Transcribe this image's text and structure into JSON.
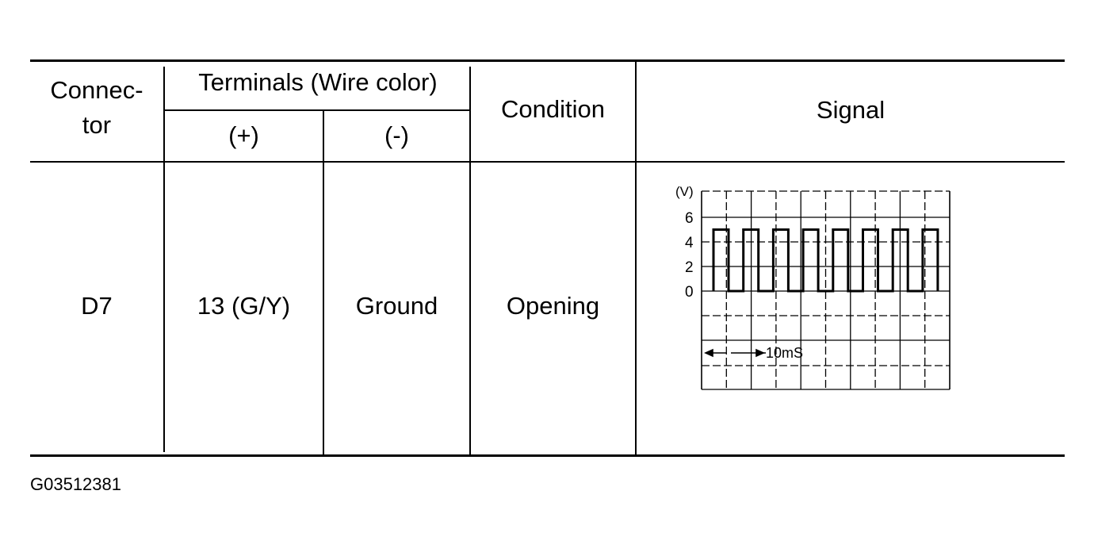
{
  "table": {
    "headers": {
      "connector": [
        "Connec-",
        "tor"
      ],
      "terminals": "Terminals (Wire color)",
      "positive": "(+)",
      "negative": "(-)",
      "condition": "Condition",
      "signal": "Signal"
    },
    "rows": [
      {
        "connector": "D7",
        "positive": "13 (G/Y)",
        "negative": "Ground",
        "condition": "Opening"
      }
    ]
  },
  "waveform": {
    "unit_label": "(V)",
    "y_ticks": [
      "6",
      "4",
      "2",
      "0"
    ],
    "time_label": "10mS",
    "high_level_v": 5,
    "low_level_v": 0,
    "pulse_count": 8
  },
  "footer": {
    "figure_code": "G03512381"
  }
}
